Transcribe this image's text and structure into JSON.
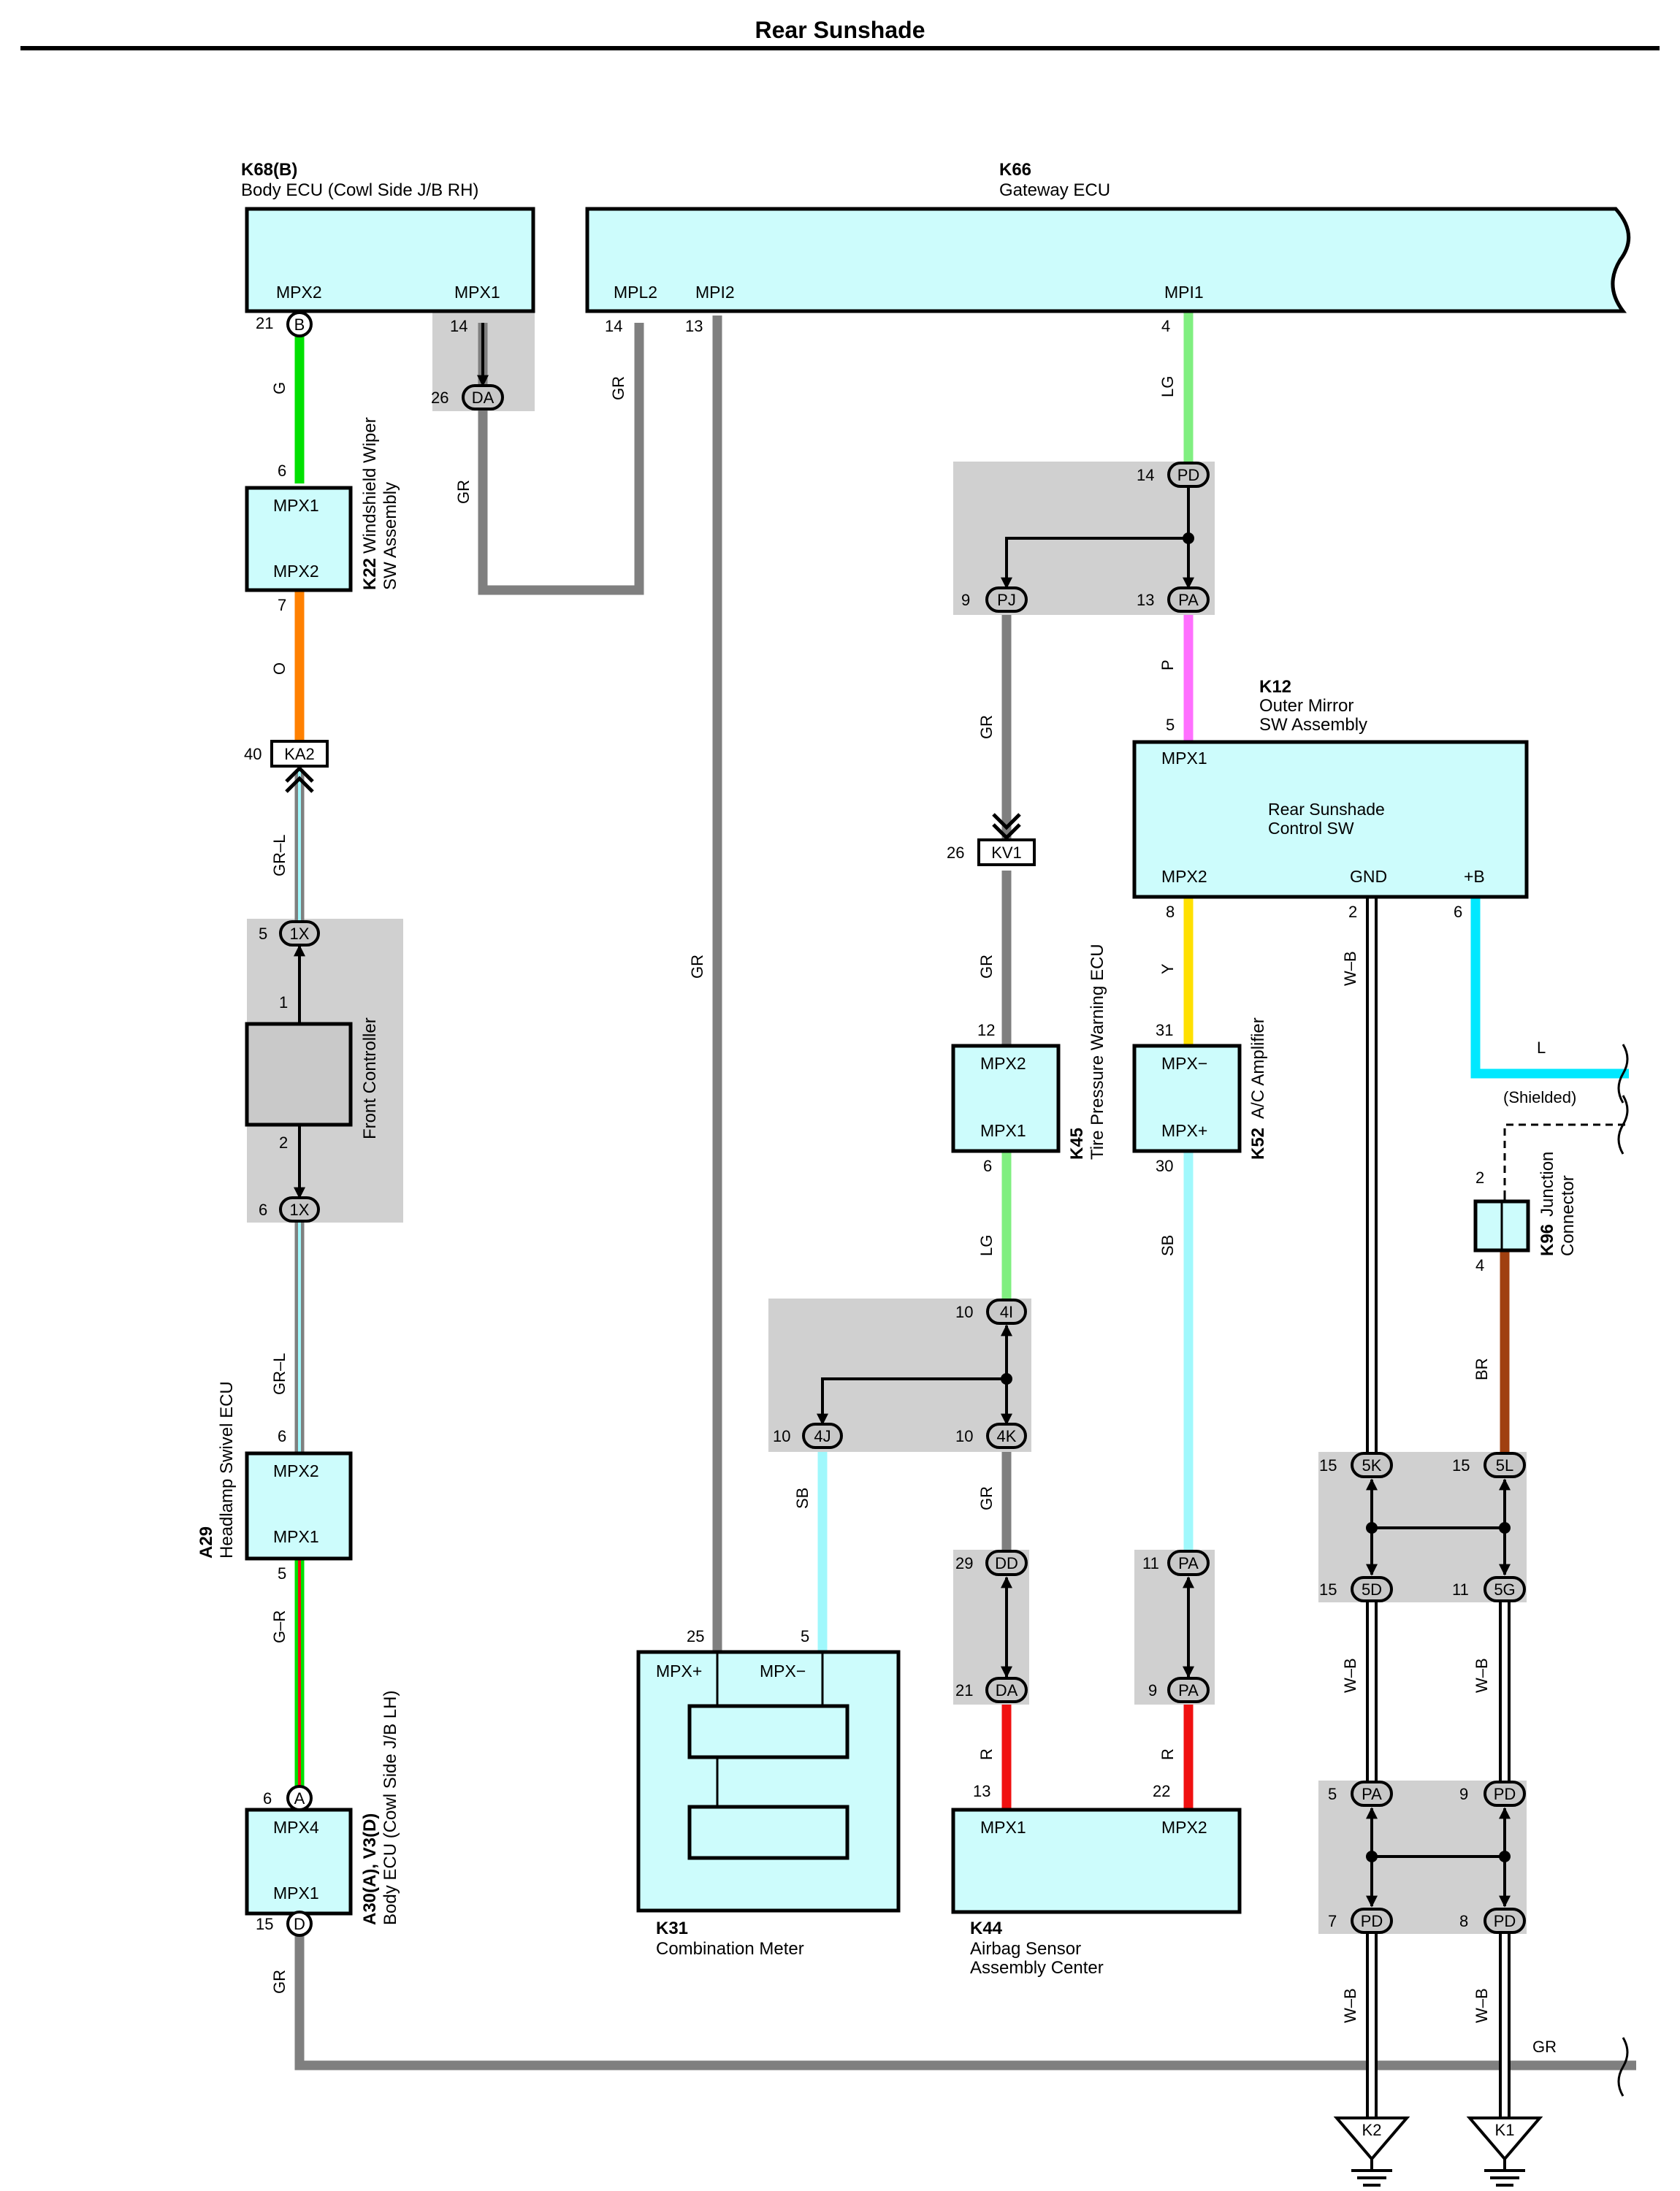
{
  "title": "Rear Sunshade",
  "components": {
    "k68b": {
      "id": "K68(B)",
      "name": "Body ECU (Cowl Side J/B RH)",
      "pins": [
        "MPX2",
        "MPX1"
      ]
    },
    "k66": {
      "id": "K66",
      "name": "Gateway ECU",
      "pins": [
        "MPL2",
        "MPI2",
        "MPI1"
      ]
    },
    "k22": {
      "id": "K22",
      "name1": "Windshield Wiper",
      "name2": "SW Assembly",
      "pins": [
        "MPX1",
        "MPX2"
      ]
    },
    "k12": {
      "id": "K12",
      "name1": "Outer Mirror",
      "name2": "SW Assembly",
      "inner1": "Rear Sunshade",
      "inner2": "Control SW",
      "pins": [
        "MPX1",
        "MPX2",
        "GND",
        "+B"
      ]
    },
    "front_controller": {
      "name": "Front Controller"
    },
    "k45": {
      "id": "K45",
      "name": "Tire Pressure Warning ECU",
      "pins": [
        "MPX2",
        "MPX1"
      ]
    },
    "k52": {
      "id": "K52",
      "name": "A/C Amplifier",
      "pins": [
        "MPX−",
        "MPX+"
      ]
    },
    "k96": {
      "id": "K96",
      "name1": "Junction",
      "name2": "Connector"
    },
    "a29": {
      "id": "A29",
      "name": "Headlamp Swivel ECU",
      "pins": [
        "MPX2",
        "MPX1"
      ]
    },
    "a30": {
      "id": "A30(A), V3(D)",
      "name": "Body ECU (Cowl Side J/B LH)",
      "pins": [
        "MPX4",
        "MPX1"
      ]
    },
    "k31": {
      "id": "K31",
      "name": "Combination Meter",
      "pins": [
        "MPX+",
        "MPX−"
      ]
    },
    "k44": {
      "id": "K44",
      "name1": "Airbag Sensor",
      "name2": "Assembly Center",
      "pins": [
        "MPX1",
        "MPX2"
      ]
    }
  },
  "grounds": [
    "K2",
    "K1"
  ],
  "connectors": {
    "B": "B",
    "DA": "DA",
    "KA2": "KA2",
    "X1": "1X",
    "A": "A",
    "D": "D",
    "PD": "PD",
    "PJ": "PJ",
    "PA": "PA",
    "KV1": "KV1",
    "I4": "4I",
    "J4": "4J",
    "K4": "4K",
    "DD": "DD",
    "K5": "5K",
    "L5": "5L",
    "D5": "5D",
    "G5": "5G",
    "PD2": "PD"
  },
  "pin_numbers": {
    "p21": "21",
    "p14a": "14",
    "p26": "26",
    "p14b": "14",
    "p13": "13",
    "p4": "4",
    "p6a": "6",
    "p7": "7",
    "p40": "40",
    "p5a": "5",
    "p1": "1",
    "p2a": "2",
    "p6b": "6",
    "p6c": "6",
    "p5b": "5",
    "p6d": "6",
    "p15a": "15",
    "p14c": "14",
    "p9a": "9",
    "p13b": "13",
    "p5c": "5",
    "p26b": "26",
    "p12": "12",
    "p6e": "6",
    "p8": "8",
    "p31": "31",
    "p30": "30",
    "p2b": "2",
    "p6f": "6",
    "p10a": "10",
    "p10b": "10",
    "p10c": "10",
    "p25": "25",
    "p5d": "5",
    "p29": "29",
    "p21b": "21",
    "p13c": "13",
    "p11a": "11",
    "p9b": "9",
    "p22": "22",
    "p2c": "2",
    "p4b": "4",
    "p15b": "15",
    "p15c": "15",
    "p15d": "15",
    "p11b": "11",
    "p5e": "5",
    "p9c": "9",
    "p7b": "7",
    "p8b": "8"
  },
  "wire_labels": {
    "g": "G",
    "gr": "GR",
    "o": "O",
    "grl": "GR–L",
    "gr_r": "G–R",
    "lg": "LG",
    "p": "P",
    "y": "Y",
    "sb": "SB",
    "r": "R",
    "wb": "W–B",
    "br": "BR",
    "l": "L"
  },
  "notes": {
    "shielded": "(Shielded)"
  },
  "colors": {
    "ecu_fill": "#cdfcfc",
    "gray_wire": "#7f7f7f",
    "green": "#00e000",
    "orange": "#ff8000",
    "light_green": "#80ef80",
    "pink": "#ff70ff",
    "yellow": "#ffe000",
    "light_blue": "#a0f8fc",
    "cyan": "#00e8ff",
    "red": "#f01010",
    "brown": "#a04010"
  }
}
